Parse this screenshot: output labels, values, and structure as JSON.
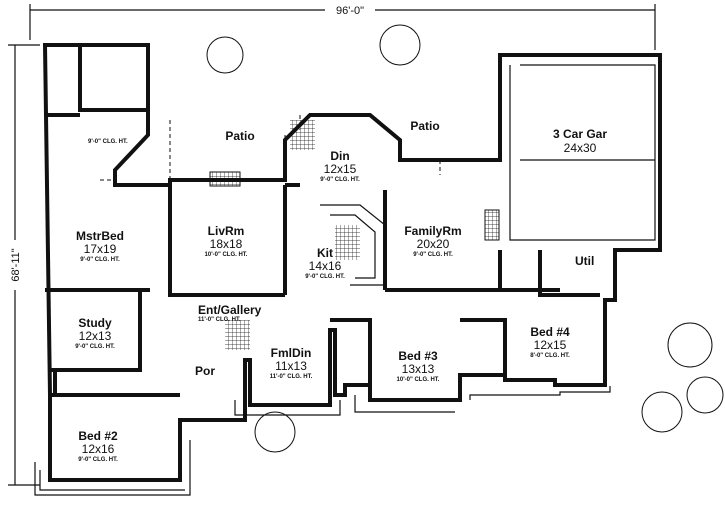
{
  "dimensions": {
    "width": "96'-0\"",
    "depth": "68'-11\""
  },
  "rooms": [
    {
      "id": "mstrbed",
      "name": "MstrBed",
      "size": "17x19",
      "ceiling": "9'-0\" CLG. HT."
    },
    {
      "id": "livrm",
      "name": "LivRm",
      "size": "18x18",
      "ceiling": "10'-0\" CLG. HT."
    },
    {
      "id": "din",
      "name": "Din",
      "size": "12x15",
      "ceiling": "9'-0\" CLG. HT."
    },
    {
      "id": "kit",
      "name": "Kit",
      "size": "14x16",
      "ceiling": "9'-0\" CLG. HT."
    },
    {
      "id": "familyrm",
      "name": "FamilyRm",
      "size": "20x20",
      "ceiling": "9'-0\" CLG. HT."
    },
    {
      "id": "garage",
      "name": "3 Car Gar",
      "size": "24x30",
      "ceiling": ""
    },
    {
      "id": "study",
      "name": "Study",
      "size": "12x13",
      "ceiling": "9'-0\" CLG. HT."
    },
    {
      "id": "entgallery",
      "name": "Ent/Gallery",
      "size": "",
      "ceiling": "11'-0\" CLG. HT."
    },
    {
      "id": "fmldin",
      "name": "FmlDin",
      "size": "11x13",
      "ceiling": "11'-0\" CLG. HT."
    },
    {
      "id": "bed3",
      "name": "Bed #3",
      "size": "13x13",
      "ceiling": "10'-0\" CLG. HT."
    },
    {
      "id": "bed4",
      "name": "Bed #4",
      "size": "12x15",
      "ceiling": "8'-0\" CLG. HT."
    },
    {
      "id": "bed2",
      "name": "Bed #2",
      "size": "12x16",
      "ceiling": "9'-0\" CLG. HT."
    }
  ],
  "labels": {
    "patio_left": "Patio",
    "patio_right": "Patio",
    "util": "Util",
    "porch": "Por",
    "mbath_clg": "9'-0\" CLG. HT."
  }
}
